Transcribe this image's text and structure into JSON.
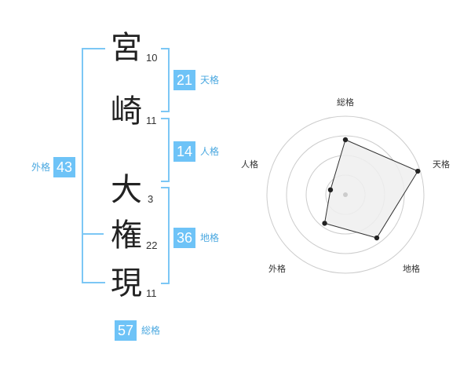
{
  "name": {
    "chars": [
      {
        "char": "宮",
        "strokes": "10"
      },
      {
        "char": "崎",
        "strokes": "11"
      },
      {
        "char": "大",
        "strokes": "3"
      },
      {
        "char": "権",
        "strokes": "22"
      },
      {
        "char": "現",
        "strokes": "11"
      }
    ]
  },
  "fortunes": {
    "tenkaku": {
      "value": "21",
      "label": "天格"
    },
    "jinkaku": {
      "value": "14",
      "label": "人格"
    },
    "chikaku": {
      "value": "36",
      "label": "地格"
    },
    "gaikaku": {
      "value": "43",
      "label": "外格"
    },
    "soukaku": {
      "value": "57",
      "label": "総格"
    }
  },
  "colors": {
    "accent": "#6ec3f7",
    "bracket": "#7cc7f5"
  },
  "chart_data": {
    "type": "radar",
    "axes": [
      "総格",
      "天格",
      "地格",
      "外格",
      "人格"
    ],
    "values": [
      0.7,
      0.97,
      0.68,
      0.45,
      0.2
    ],
    "range": [
      0,
      1
    ],
    "rings": 4
  }
}
